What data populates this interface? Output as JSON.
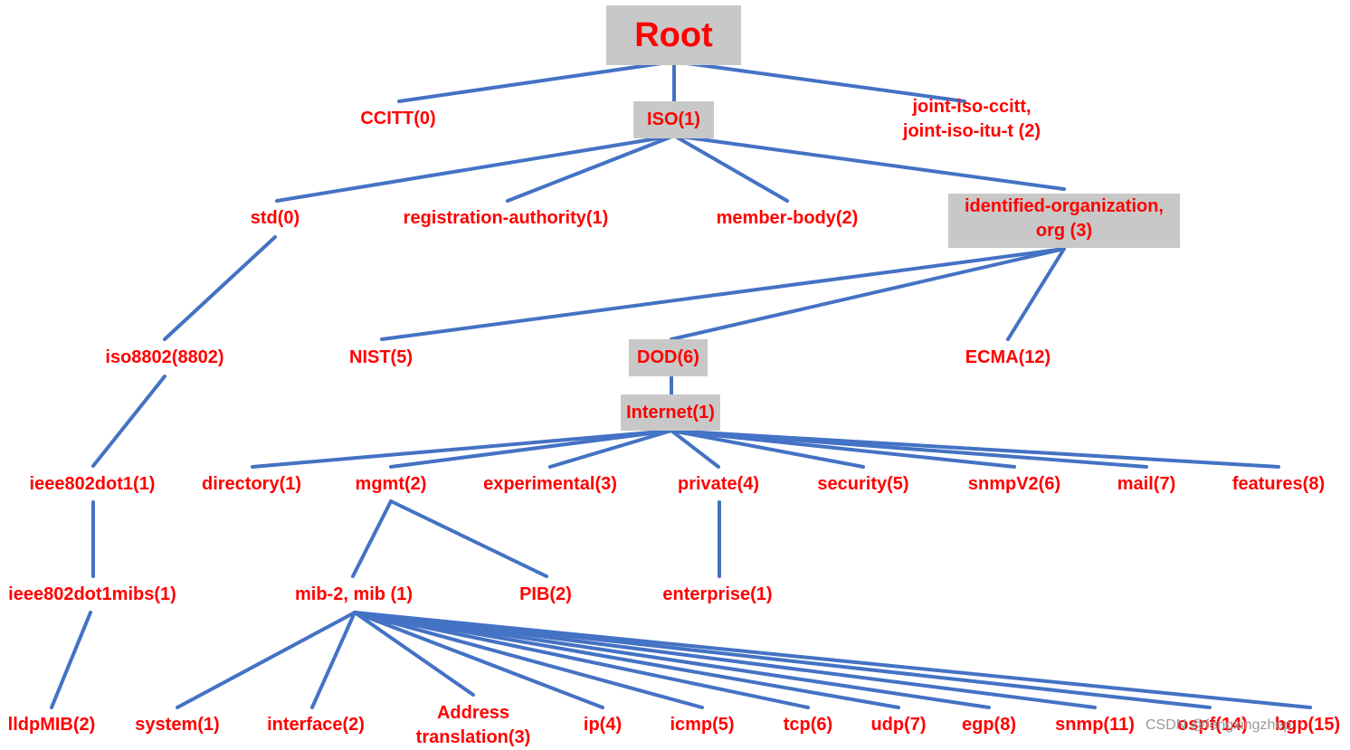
{
  "colors": {
    "label": "#ff0000",
    "box": "#c8c8c8",
    "edge": "#4472c4",
    "watermark": "#9a9a9a"
  },
  "nodes": {
    "root": "Root",
    "ccitt": "CCITT(0)",
    "iso": "ISO(1)",
    "joint_line1": "joint-iso-ccitt,",
    "joint_line2": "joint-iso-itu-t (2)",
    "std": "std(0)",
    "registration_authority": "registration-authority(1)",
    "member_body": "member-body(2)",
    "identified_org_line1": "identified-organization,",
    "identified_org_line2": "org (3)",
    "iso8802": "iso8802(8802)",
    "nist": "NIST(5)",
    "dod": "DOD(6)",
    "ecma": "ECMA(12)",
    "internet": "Internet(1)",
    "ieee802dot1": "ieee802dot1(1)",
    "directory": "directory(1)",
    "mgmt": "mgmt(2)",
    "experimental": "experimental(3)",
    "private": "private(4)",
    "security": "security(5)",
    "snmpv2": "snmpV2(6)",
    "mail": "mail(7)",
    "features": "features(8)",
    "ieee802dot1mibs": "ieee802dot1mibs(1)",
    "mib2": "mib-2, mib (1)",
    "pib": "PIB(2)",
    "enterprise": "enterprise(1)",
    "lldpmib": "lldpMIB(2)",
    "system": "system(1)",
    "interface": "interface(2)",
    "address_line1": "Address",
    "address_line2": "translation(3)",
    "ip": "ip(4)",
    "icmp": "icmp(5)",
    "tcp": "tcp(6)",
    "udp": "udp(7)",
    "egp": "egp(8)",
    "snmp": "snmp(11)",
    "ospf": "ospf(14)",
    "bgp": "bgp(15)"
  },
  "watermark": "CSDN @fengxingzhep"
}
